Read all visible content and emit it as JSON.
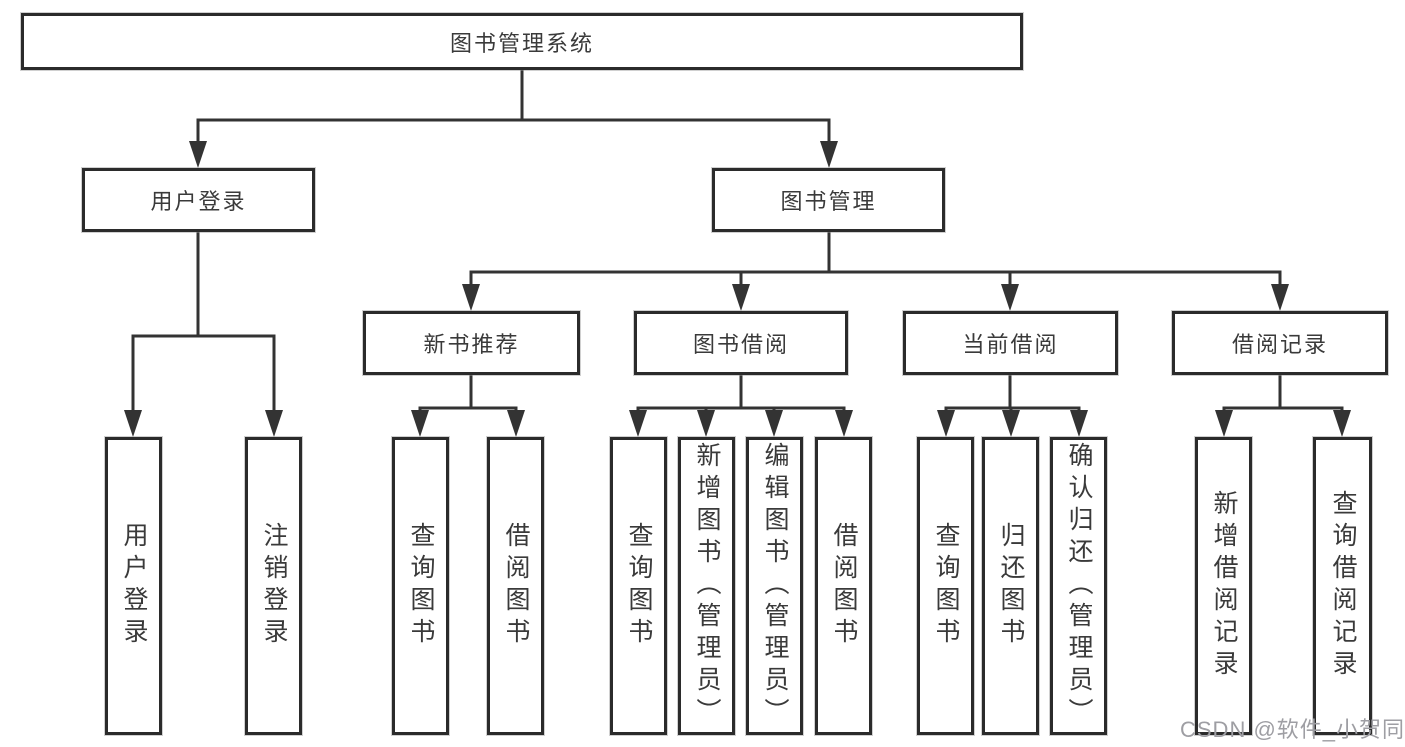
{
  "diagram": {
    "root": {
      "label": "图书管理系统"
    },
    "branches": [
      {
        "label": "用户登录",
        "children": [
          {
            "label": "用户登录"
          },
          {
            "label": "注销登录"
          }
        ]
      },
      {
        "label": "图书管理",
        "children": [
          {
            "label": "新书推荐",
            "children": [
              {
                "label": "查询图书"
              },
              {
                "label": "借阅图书"
              }
            ]
          },
          {
            "label": "图书借阅",
            "children": [
              {
                "label": "查询图书"
              },
              {
                "label": "新增图书（管理员）"
              },
              {
                "label": "编辑图书（管理员）"
              },
              {
                "label": "借阅图书"
              }
            ]
          },
          {
            "label": "当前借阅",
            "children": [
              {
                "label": "查询图书"
              },
              {
                "label": "归还图书"
              },
              {
                "label": "确认归还（管理员）"
              }
            ]
          },
          {
            "label": "借阅记录",
            "children": [
              {
                "label": "新增借阅记录"
              },
              {
                "label": "查询借阅记录"
              }
            ]
          }
        ]
      }
    ]
  },
  "watermark": {
    "text": "CSDN @软件_小贺同学"
  },
  "colors": {
    "line": "#333333",
    "border": "#2b2b2b",
    "text": "#3a3a3a",
    "background": "#ffffff",
    "watermark": "#9e9ea3"
  }
}
